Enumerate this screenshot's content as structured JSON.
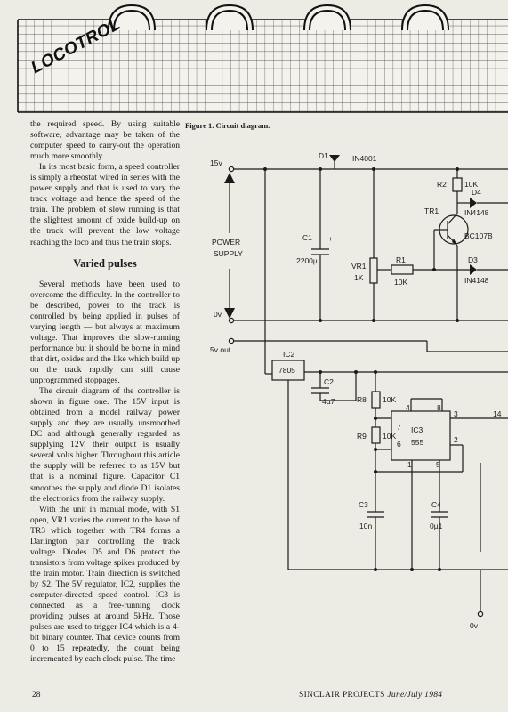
{
  "logo": {
    "text": "LOCOTROL"
  },
  "article": {
    "p1": "the required speed. By using suitable software, advantage may be taken of the computer speed to carry-out the operation much more smoothly.",
    "p2": "In its most basic form, a speed controller is simply a rheostat wired in series with the power supply and that is used to vary the track voltage and hence the speed of the train. The problem of slow running is that the slightest amount of oxide build-up on the track will prevent the low voltage reaching the loco and thus the train stops.",
    "heading": "Varied pulses",
    "p3": "Several methods have been used to overcome the difficulty. In the controller to be described, power to the track is controlled by being applied in pulses of varying length — but always at maximum voltage. That improves the slow-running performance but it should be borne in mind that dirt, oxides and the like which build up on the track rapidly can still cause unprogrammed stoppages.",
    "p4": "The circuit diagram of the controller is shown in figure one. The 15V input is obtained from a model railway power supply and they are usually unsmoothed DC and although generally regarded as supplying 12V, their output is usually several volts higher. Throughout this article the supply will be referred to as 15V but that is a nominal figure. Capacitor C1 smoothes the supply and diode D1 isolates the electronics from the railway supply.",
    "p5": "With the unit in manual mode, with S1 open, VR1 varies the current to the base of TR3 which together with TR4 forms a Darlington pair controlling the track voltage. Diodes D5 and D6 protect the transistors from voltage spikes produced by the train motor. Train direction is switched by S2. The 5V regulator, IC2, supplies the computer-directed speed control. IC3 is connected as a free-running clock providing pulses at around 5kHz. Those pulses are used to trigger IC4 which is a 4-bit binary counter. That device counts from 0 to 15 repeatedly, the count being incremented by each clock pulse. The time"
  },
  "figure": {
    "caption": "Figure 1. Circuit diagram.",
    "labels": {
      "v15": "15v",
      "d1": "D1",
      "d1_part": "IN4001",
      "r2": "R2",
      "r2_val": "10K",
      "d4": "D4",
      "d4_part": "IN4148",
      "tr1": "TR1",
      "tr1_part": "BC107B",
      "power1": "POWER",
      "power2": "SUPPLY",
      "c1": "C1",
      "c1_plus": "+",
      "c1_val": "2200µ",
      "vr1": "VR1",
      "vr1_val": "1K",
      "r1": "R1",
      "r1_val": "10K",
      "d3": "D3",
      "d3_part": "IN4148",
      "v0": "0v",
      "v5out": "5v out",
      "ic2": "IC2",
      "ic2_part": "7805",
      "c2": "C2",
      "c2_val": "4µ7",
      "r8": "R8",
      "r8_val": "10K",
      "r9": "R9",
      "r9_val": "10K",
      "pin4": "4",
      "pin8": "8",
      "pin3": "3",
      "pin7": "7",
      "pin6": "6",
      "pin2": "2",
      "pin1": "1",
      "pin5": "5",
      "ic3": "IC3",
      "ic3_part": "555",
      "c3": "C3",
      "c3_val": "10n",
      "c4": "C4",
      "c4_val": "0µ1",
      "v0b": "0v",
      "edge14": "14"
    }
  },
  "footer": {
    "page": "28",
    "publication": "SINCLAIR PROJECTS",
    "issue": "June/July 1984"
  }
}
